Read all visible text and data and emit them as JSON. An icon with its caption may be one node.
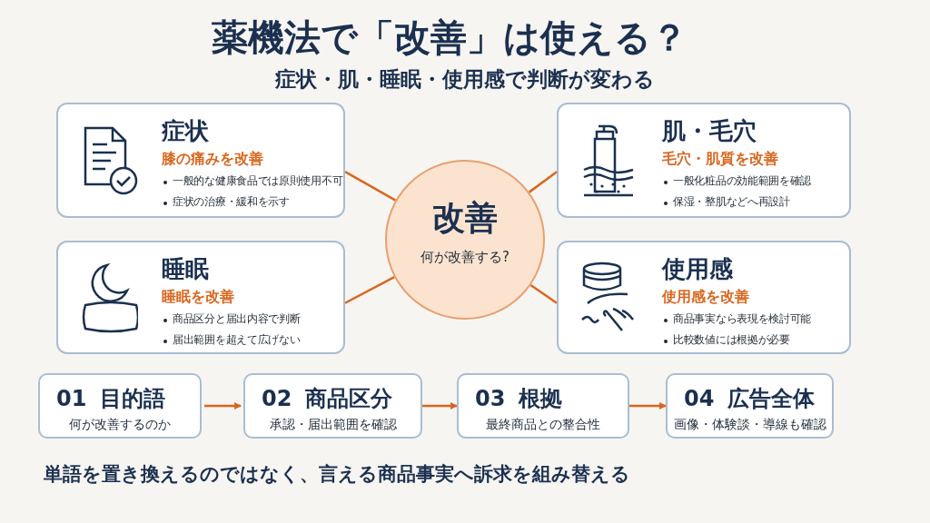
{
  "diagram": {
    "title": "薬機法で「改善」は使える？",
    "nodes": [
      {
        "text": [
          "改善",
          "何が改善する?"
        ]
      },
      {
        "text": [
          "症状",
          "膝の痛みを改善",
          "一般的な健康食品では原則使用不可",
          "症状の治療・緩和を示す"
        ]
      },
      {
        "text": [
          "肌・毛穴",
          "毛穴・肌質を改善",
          "一般化粧品の効能範囲を確認",
          "保湿・整肌などへ再設計"
        ]
      },
      {
        "text": [
          "睡眠",
          "睡眠を改善",
          "商品区分と届出内容で判断",
          "届出範囲を超えて広げない"
        ]
      },
      {
        "text": [
          "使用感",
          "使用感を改善",
          "商品事実なら表現を検討可能",
          "比較数値には根拠が必要"
        ]
      },
      {
        "text": [
          "01 目的語",
          "何が改善するのか"
        ]
      },
      {
        "text": [
          "02 商品区分",
          "承認・届出範囲を確認"
        ]
      },
      {
        "text": [
          "03 根拠",
          "最終商品との整合性"
        ]
      },
      {
        "text": [
          "04 広告全体",
          "画像・体験談・導線も確認"
        ]
      }
    ],
    "edges": [
      {
        "from": 0,
        "to": 1,
        "arrow": "none"
      },
      {
        "from": 0,
        "to": 2,
        "arrow": "none"
      },
      {
        "from": 0,
        "to": 3,
        "arrow": "none"
      },
      {
        "from": 0,
        "to": 4,
        "arrow": "none"
      },
      {
        "from": 5,
        "to": 6,
        "arrow": "to"
      },
      {
        "from": 6,
        "to": 7,
        "arrow": "to"
      },
      {
        "from": 7,
        "to": 8,
        "arrow": "to"
      }
    ],
    "labels": [
      "症状・肌・睡眠・使用感で判断が変わる",
      "単語を置き換えるのではなく、言える商品事実へ訴求を組み替える"
    ]
  }
}
